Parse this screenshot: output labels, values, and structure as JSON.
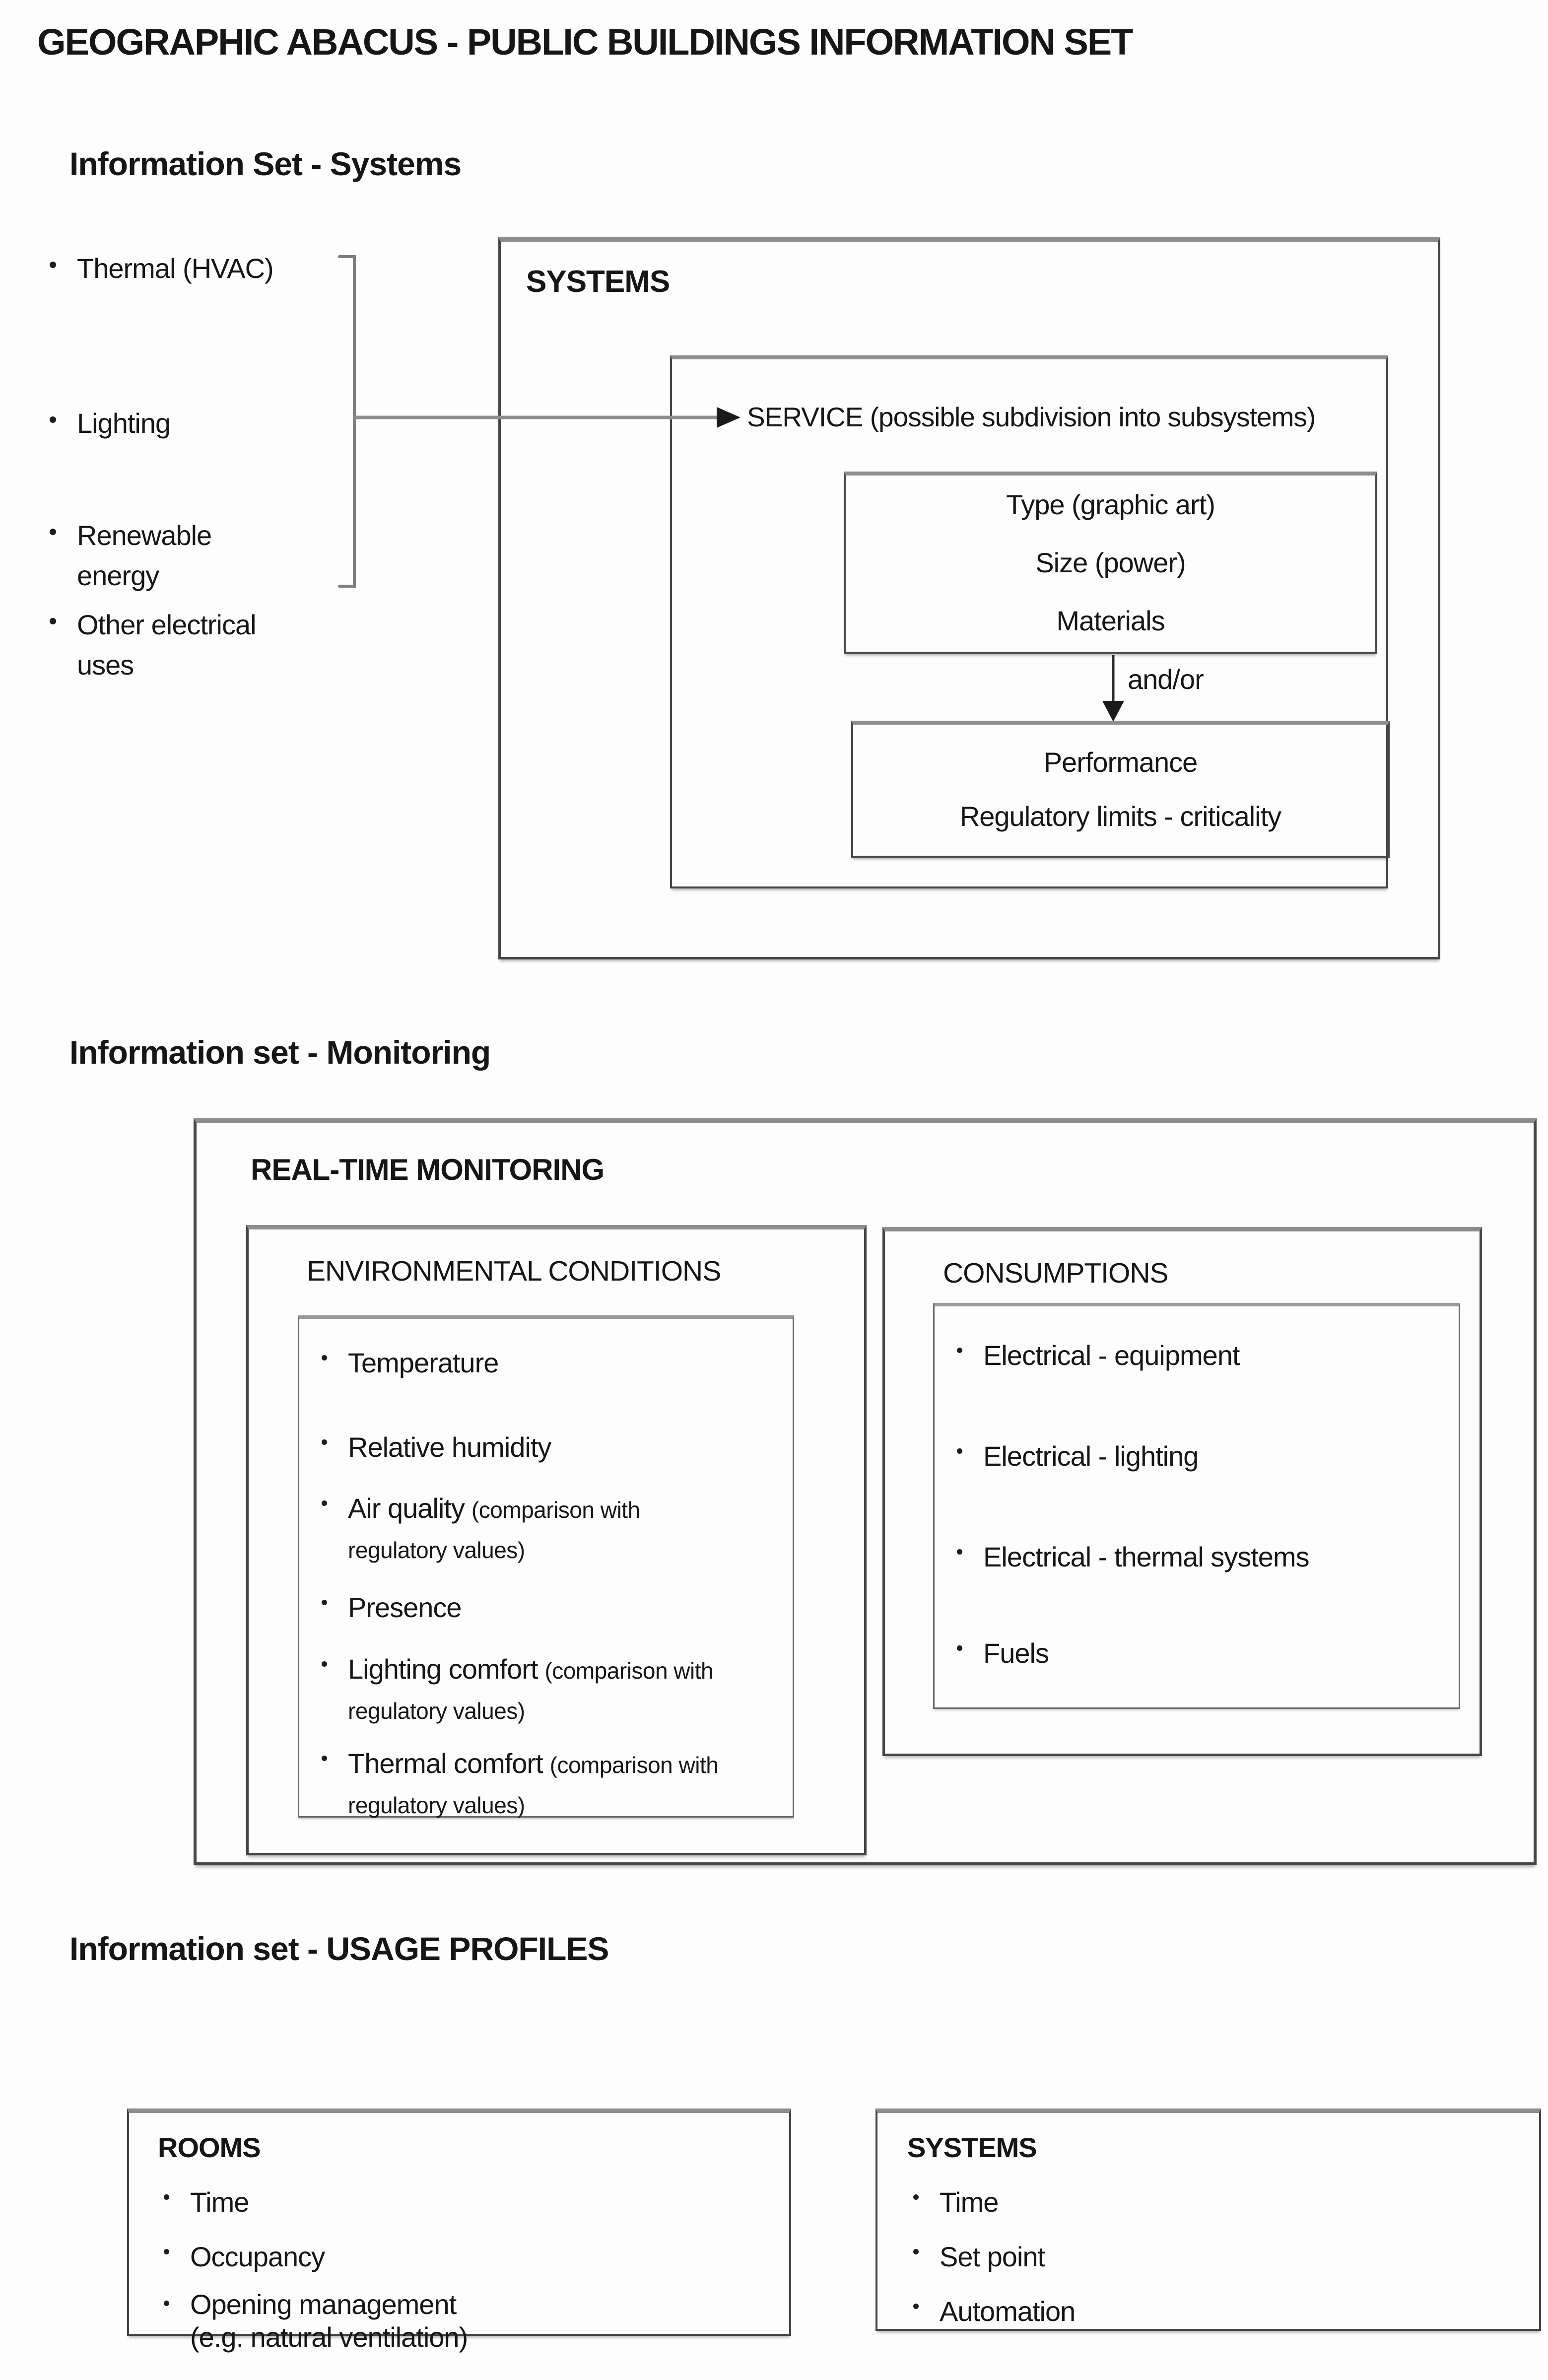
{
  "title": "GEOGRAPHIC ABACUS - PUBLIC BUILDINGS INFORMATION SET",
  "colors": {
    "ink": "#161616",
    "box_border": "#464646",
    "connector_line": "#8e8e8e"
  },
  "sections": {
    "systems": {
      "heading": "Information Set - Systems",
      "side_list": [
        "Thermal (HVAC)",
        "Lighting",
        "Renewable energy",
        "Other electrical uses"
      ],
      "box_title": "SYSTEMS",
      "service_label": "SERVICE (possible subdivision into subsystems)",
      "type_box_lines": [
        "Type (graphic art)",
        "Size (power)",
        "Materials"
      ],
      "connector_label": "and/or",
      "performance_box_lines": [
        "Performance",
        "Regulatory limits - criticality"
      ]
    },
    "monitoring": {
      "heading": "Information set - Monitoring",
      "box_title": "REAL-TIME MONITORING",
      "environmental": {
        "title": "ENVIRONMENTAL CONDITIONS",
        "items": [
          {
            "main": "Temperature",
            "note": ""
          },
          {
            "main": "Relative humidity",
            "note": ""
          },
          {
            "main": "Air quality",
            "note": "(comparison with regulatory values)"
          },
          {
            "main": "Presence",
            "note": ""
          },
          {
            "main": "Lighting comfort",
            "note": "(comparison with regulatory values)"
          },
          {
            "main": "Thermal comfort",
            "note": "(comparison with regulatory values)"
          }
        ]
      },
      "consumptions": {
        "title": "CONSUMPTIONS",
        "items": [
          "Electrical - equipment",
          "Electrical - lighting",
          "Electrical - thermal systems",
          "Fuels"
        ]
      }
    },
    "usage_profiles": {
      "heading": "Information set - USAGE PROFILES",
      "rooms": {
        "title": "ROOMS",
        "items": [
          {
            "main": "Time",
            "note": ""
          },
          {
            "main": "Occupancy",
            "note": ""
          },
          {
            "main": "Opening management",
            "note": "(e.g. natural ventilation)"
          }
        ]
      },
      "systems": {
        "title": "SYSTEMS",
        "items": [
          "Time",
          "Set point",
          "Automation"
        ]
      }
    }
  }
}
